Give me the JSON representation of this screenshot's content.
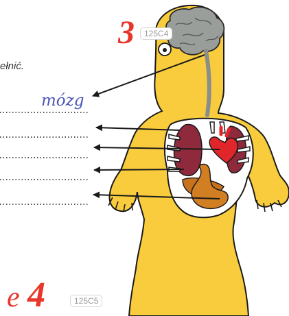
{
  "exercise_top": {
    "number": "3",
    "code": "125C4",
    "instruction_fragment": "ełnić."
  },
  "answers": [
    "mózg",
    "",
    "",
    "",
    ""
  ],
  "exercise_bottom": {
    "number_prefix": "e",
    "number": "4",
    "code": "125C5"
  },
  "organs": [
    "brain-icon",
    "eye-icon",
    "lung-icon",
    "heart-icon",
    "rib-icon",
    "stomach-icon",
    "liver-icon",
    "arrow-icon"
  ],
  "colors": {
    "red_heading": "#e8362b",
    "body_fill": "#f8cc3c",
    "outline": "#1a1a1a",
    "lung": "#8e2a3c",
    "heart": "#e0262a",
    "stomach": "#c8731c",
    "brain": "#9a9e9a",
    "handwriting": "#4a55b8",
    "dots": "#1a1a1a"
  }
}
